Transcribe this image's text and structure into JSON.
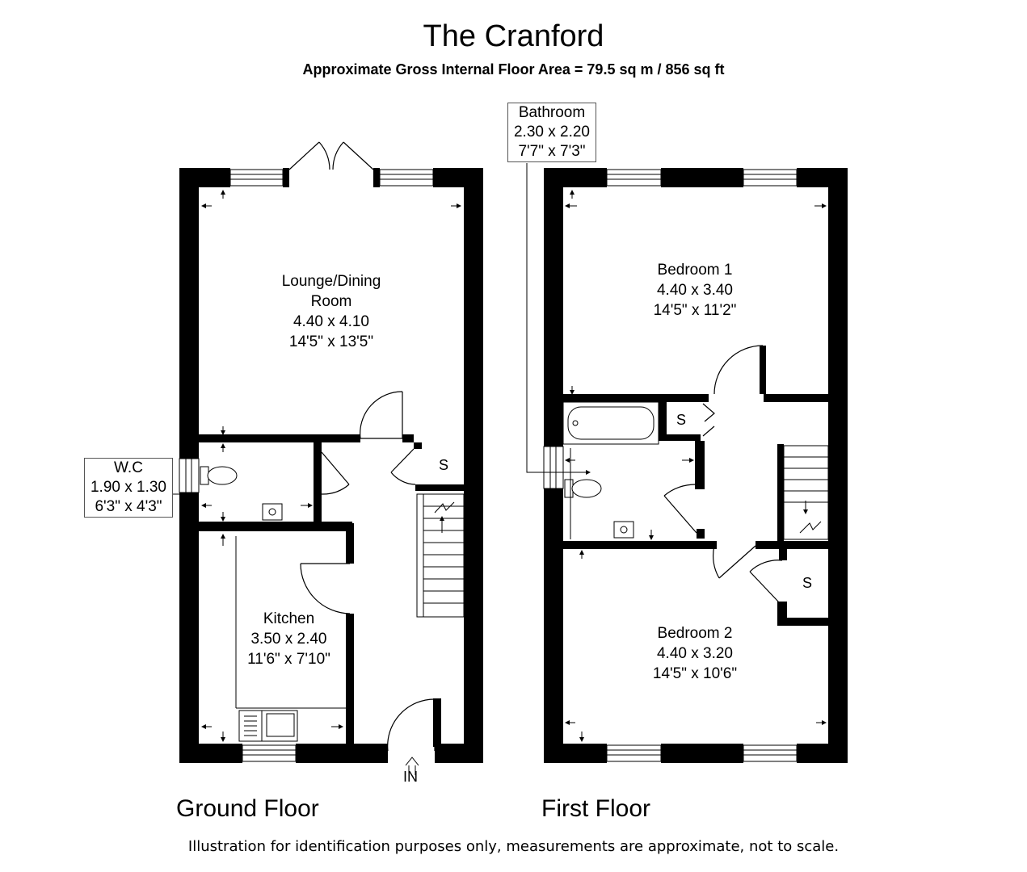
{
  "header": {
    "title": "The Cranford",
    "subtitle": "Approximate Gross Internal Floor Area = 79.5 sq m / 856 sq ft"
  },
  "ground_floor": {
    "label": "Ground Floor",
    "lounge": {
      "name_line1": "Lounge/Dining",
      "name_line2": "Room",
      "metric": "4.40 x 4.10",
      "imperial": "14'5\" x 13'5\""
    },
    "kitchen": {
      "name": "Kitchen",
      "metric": "3.50 x 2.40",
      "imperial": "11'6\" x 7'10\""
    },
    "wc": {
      "name": "W.C",
      "metric": "1.90 x 1.30",
      "imperial": "6'3\" x 4'3\""
    },
    "store": "S",
    "entrance": "IN"
  },
  "first_floor": {
    "label": "First Floor",
    "bedroom1": {
      "name": "Bedroom 1",
      "metric": "4.40 x 3.40",
      "imperial": "14'5\" x 11'2\""
    },
    "bedroom2": {
      "name": "Bedroom 2",
      "metric": "4.40 x 3.20",
      "imperial": "14'5\" x 10'6\""
    },
    "bathroom": {
      "name": "Bathroom",
      "metric": "2.30 x 2.20",
      "imperial": "7'7\" x 7'3\""
    },
    "store1": "S",
    "store2": "S"
  },
  "footer": {
    "disclaimer": "Illustration for identification purposes only, measurements are approximate, not to scale."
  }
}
